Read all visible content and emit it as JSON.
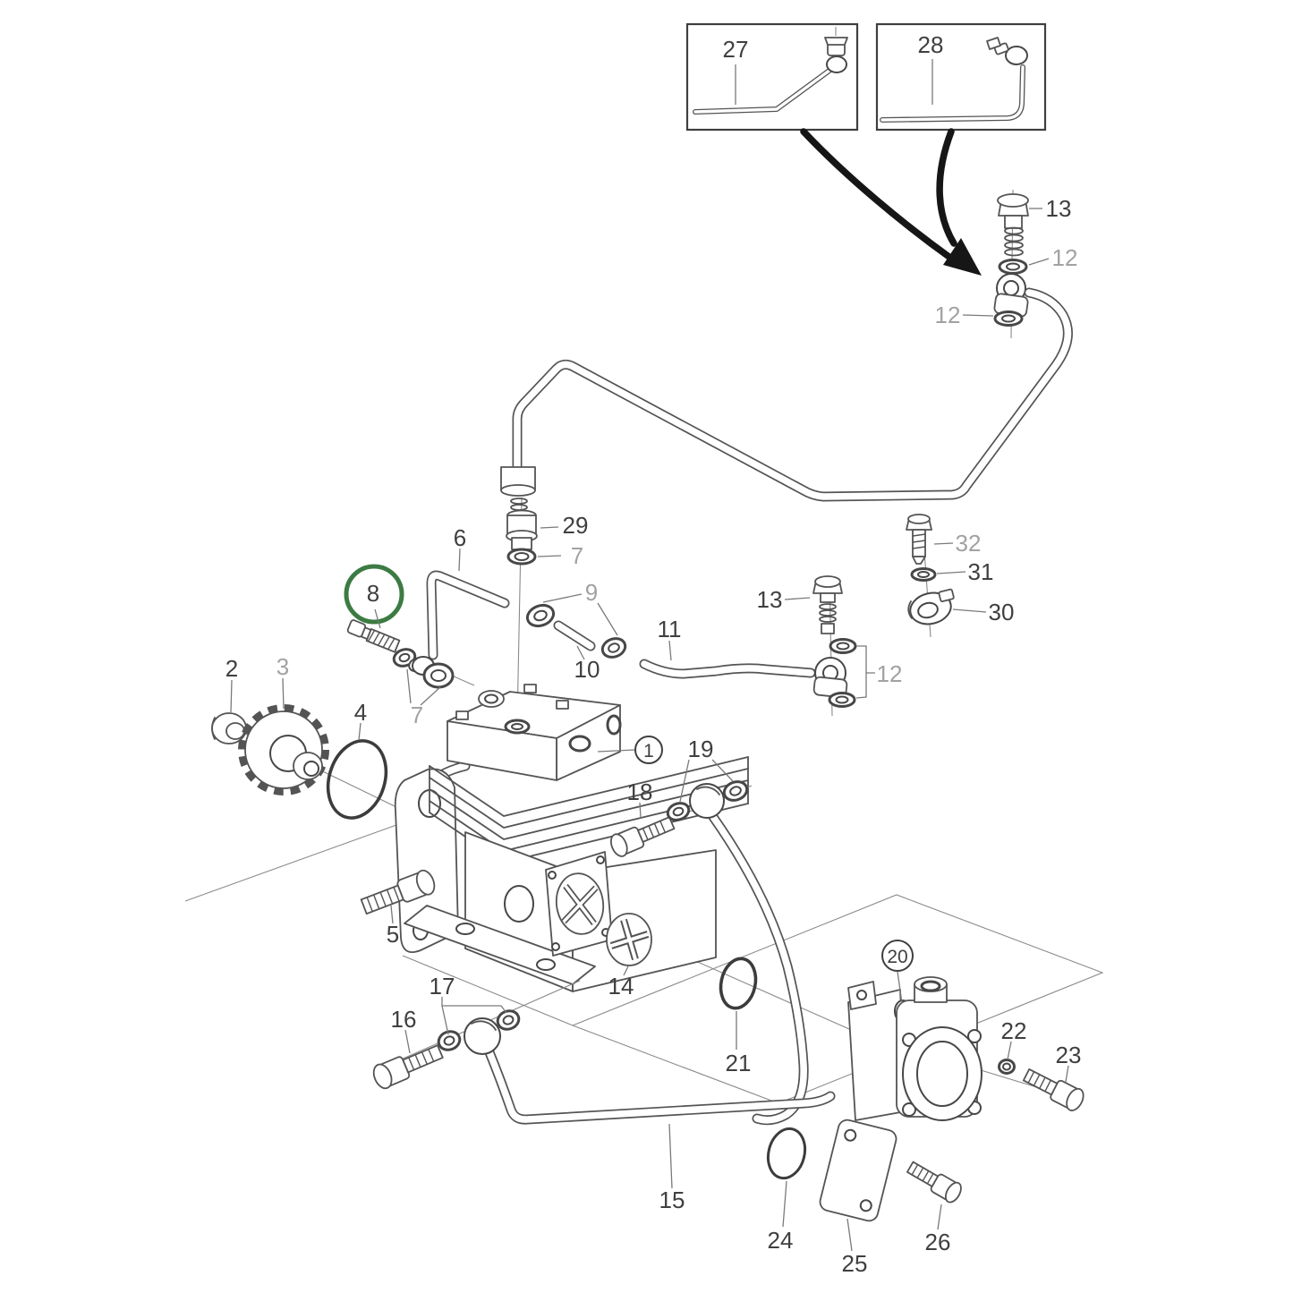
{
  "diagram": {
    "title": "exploded-parts-diagram",
    "highlighted_part": "8",
    "colors": {
      "background": "#ffffff",
      "line": "#545454",
      "label_dark": "#3f3f3f",
      "label_gray": "#a2a2a2",
      "highlight_green": "#3c7b43",
      "arrow_black": "#161616"
    },
    "insets": [
      {
        "label": "27"
      },
      {
        "label": "28"
      }
    ],
    "callouts": [
      {
        "text": "27",
        "tone": "dark"
      },
      {
        "text": "28",
        "tone": "dark"
      },
      {
        "text": "13",
        "tone": "dark"
      },
      {
        "text": "12",
        "tone": "gray"
      },
      {
        "text": "12",
        "tone": "gray"
      },
      {
        "text": "29",
        "tone": "dark"
      },
      {
        "text": "7",
        "tone": "gray"
      },
      {
        "text": "6",
        "tone": "dark"
      },
      {
        "text": "8",
        "tone": "dark",
        "highlighted": true
      },
      {
        "text": "9",
        "tone": "gray"
      },
      {
        "text": "10",
        "tone": "dark"
      },
      {
        "text": "11",
        "tone": "dark"
      },
      {
        "text": "13",
        "tone": "dark"
      },
      {
        "text": "32",
        "tone": "gray"
      },
      {
        "text": "31",
        "tone": "dark"
      },
      {
        "text": "30",
        "tone": "dark"
      },
      {
        "text": "12",
        "tone": "gray"
      },
      {
        "text": "2",
        "tone": "dark"
      },
      {
        "text": "3",
        "tone": "gray"
      },
      {
        "text": "4",
        "tone": "dark"
      },
      {
        "text": "7",
        "tone": "gray"
      },
      {
        "text": "1",
        "tone": "dark",
        "circled": true
      },
      {
        "text": "19",
        "tone": "dark"
      },
      {
        "text": "18",
        "tone": "dark"
      },
      {
        "text": "5",
        "tone": "dark"
      },
      {
        "text": "17",
        "tone": "dark"
      },
      {
        "text": "16",
        "tone": "dark"
      },
      {
        "text": "14",
        "tone": "dark"
      },
      {
        "text": "21",
        "tone": "dark"
      },
      {
        "text": "20",
        "tone": "dark",
        "circled": true
      },
      {
        "text": "22",
        "tone": "dark"
      },
      {
        "text": "23",
        "tone": "dark"
      },
      {
        "text": "15",
        "tone": "dark"
      },
      {
        "text": "24",
        "tone": "dark"
      },
      {
        "text": "25",
        "tone": "dark"
      },
      {
        "text": "26",
        "tone": "dark"
      }
    ]
  }
}
